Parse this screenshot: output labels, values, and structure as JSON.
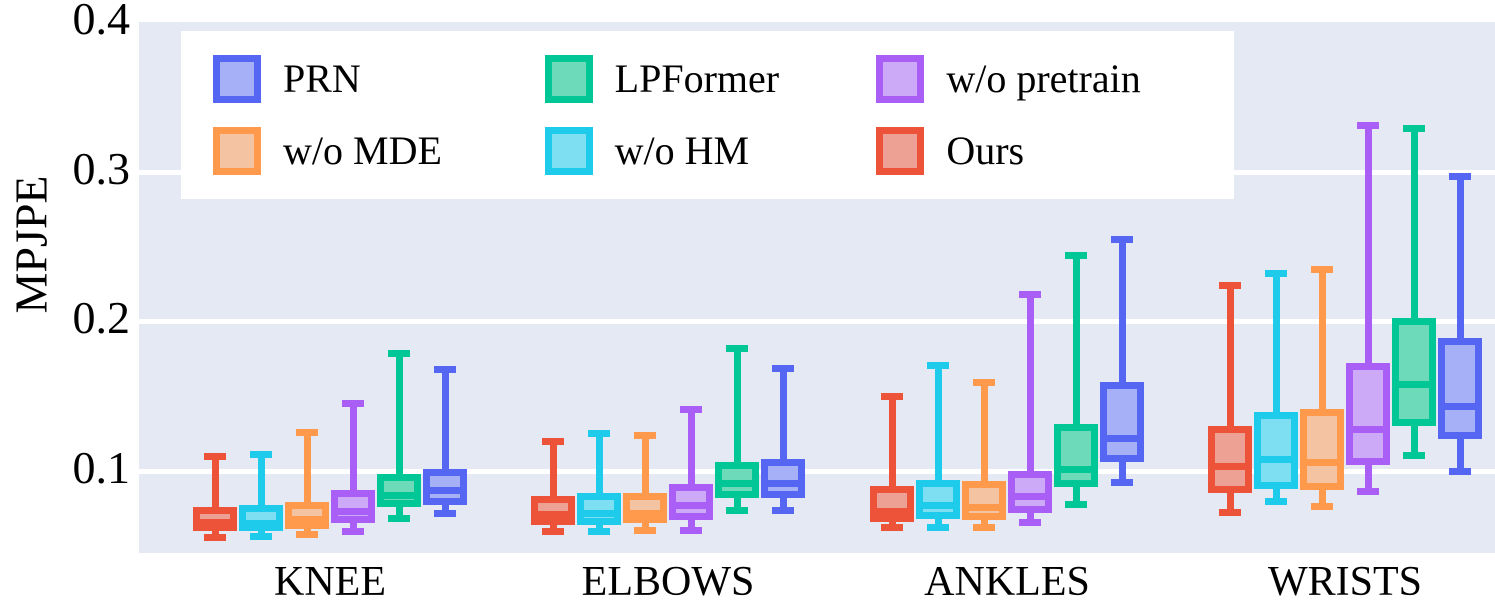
{
  "chart_data": {
    "type": "box",
    "title": "",
    "xlabel": "",
    "ylabel": "MPJPE",
    "ylim": [
      0.045,
      0.4
    ],
    "yticks": [
      0.1,
      0.2,
      0.3,
      0.4
    ],
    "ytick_labels": [
      "0.1",
      "0.2",
      "0.3",
      "0.4"
    ],
    "grid": true,
    "grid_axis": "y",
    "legend_position": "upper center",
    "categories": [
      "KNEE",
      "ELBOWS",
      "ANKLES",
      "WRISTS"
    ],
    "series": [
      {
        "name": "Ours",
        "color": "#ed5338",
        "fill": "#eda195",
        "boxes": [
          {
            "category": "KNEE",
            "whisker_low": 0.053,
            "q1": 0.06,
            "median": 0.066,
            "q3": 0.076,
            "whisker_high": 0.112
          },
          {
            "category": "ELBOWS",
            "whisker_low": 0.057,
            "q1": 0.064,
            "median": 0.071,
            "q3": 0.083,
            "whisker_high": 0.122
          },
          {
            "category": "ANKLES",
            "whisker_low": 0.06,
            "q1": 0.066,
            "median": 0.073,
            "q3": 0.09,
            "whisker_high": 0.152
          },
          {
            "category": "WRISTS",
            "whisker_low": 0.07,
            "q1": 0.085,
            "median": 0.103,
            "q3": 0.13,
            "whisker_high": 0.226
          }
        ]
      },
      {
        "name": "w/o HM",
        "color": "#1ecbea",
        "fill": "#7fdff2",
        "boxes": [
          {
            "category": "KNEE",
            "whisker_low": 0.054,
            "q1": 0.06,
            "median": 0.065,
            "q3": 0.077,
            "whisker_high": 0.113
          },
          {
            "category": "ELBOWS",
            "whisker_low": 0.057,
            "q1": 0.064,
            "median": 0.072,
            "q3": 0.085,
            "whisker_high": 0.127
          },
          {
            "category": "ANKLES",
            "whisker_low": 0.06,
            "q1": 0.068,
            "median": 0.077,
            "q3": 0.094,
            "whisker_high": 0.173
          },
          {
            "category": "WRISTS",
            "whisker_low": 0.077,
            "q1": 0.088,
            "median": 0.108,
            "q3": 0.139,
            "whisker_high": 0.234
          }
        ]
      },
      {
        "name": "w/o MDE",
        "color": "#ff9a4d",
        "fill": "#f4c4a2",
        "boxes": [
          {
            "category": "KNEE",
            "whisker_low": 0.055,
            "q1": 0.061,
            "median": 0.068,
            "q3": 0.079,
            "whisker_high": 0.128
          },
          {
            "category": "ELBOWS",
            "whisker_low": 0.058,
            "q1": 0.065,
            "median": 0.072,
            "q3": 0.085,
            "whisker_high": 0.126
          },
          {
            "category": "ANKLES",
            "whisker_low": 0.06,
            "q1": 0.067,
            "median": 0.076,
            "q3": 0.093,
            "whisker_high": 0.161
          },
          {
            "category": "WRISTS",
            "whisker_low": 0.074,
            "q1": 0.087,
            "median": 0.106,
            "q3": 0.141,
            "whisker_high": 0.237
          }
        ]
      },
      {
        "name": "w/o pretrain",
        "color": "#a95ef5",
        "fill": "#cdaaf7",
        "boxes": [
          {
            "category": "KNEE",
            "whisker_low": 0.057,
            "q1": 0.065,
            "median": 0.073,
            "q3": 0.087,
            "whisker_high": 0.147
          },
          {
            "category": "ELBOWS",
            "whisker_low": 0.058,
            "q1": 0.067,
            "median": 0.077,
            "q3": 0.091,
            "whisker_high": 0.143
          },
          {
            "category": "ANKLES",
            "whisker_low": 0.063,
            "q1": 0.072,
            "median": 0.083,
            "q3": 0.1,
            "whisker_high": 0.22
          },
          {
            "category": "WRISTS",
            "whisker_low": 0.084,
            "q1": 0.104,
            "median": 0.128,
            "q3": 0.172,
            "whisker_high": 0.333
          }
        ]
      },
      {
        "name": "LPFormer",
        "color": "#00c795",
        "fill": "#6ddbb9",
        "boxes": [
          {
            "category": "KNEE",
            "whisker_low": 0.066,
            "q1": 0.076,
            "median": 0.084,
            "q3": 0.098,
            "whisker_high": 0.181
          },
          {
            "category": "ELBOWS",
            "whisker_low": 0.071,
            "q1": 0.082,
            "median": 0.092,
            "q3": 0.106,
            "whisker_high": 0.184
          },
          {
            "category": "ANKLES",
            "whisker_low": 0.075,
            "q1": 0.089,
            "median": 0.101,
            "q3": 0.131,
            "whisker_high": 0.246
          },
          {
            "category": "WRISTS",
            "whisker_low": 0.108,
            "q1": 0.13,
            "median": 0.158,
            "q3": 0.202,
            "whisker_high": 0.331
          }
        ]
      },
      {
        "name": "PRN",
        "color": "#5566f2",
        "fill": "#a6b0f7",
        "boxes": [
          {
            "category": "KNEE",
            "whisker_low": 0.069,
            "q1": 0.077,
            "median": 0.087,
            "q3": 0.101,
            "whisker_high": 0.17
          },
          {
            "category": "ELBOWS",
            "whisker_low": 0.071,
            "q1": 0.082,
            "median": 0.092,
            "q3": 0.108,
            "whisker_high": 0.171
          },
          {
            "category": "ANKLES",
            "whisker_low": 0.09,
            "q1": 0.106,
            "median": 0.122,
            "q3": 0.159,
            "whisker_high": 0.257
          },
          {
            "category": "WRISTS",
            "whisker_low": 0.097,
            "q1": 0.121,
            "median": 0.143,
            "q3": 0.189,
            "whisker_high": 0.299
          }
        ]
      }
    ]
  },
  "legend": {
    "items": [
      {
        "label": "PRN",
        "color": "#5566f2",
        "fill": "#a6b0f7"
      },
      {
        "label": "LPFormer",
        "color": "#00c795",
        "fill": "#6ddbb9"
      },
      {
        "label": "w/o pretrain",
        "color": "#a95ef5",
        "fill": "#cdaaf7"
      },
      {
        "label": "w/o MDE",
        "color": "#ff9a4d",
        "fill": "#f4c4a2"
      },
      {
        "label": "w/o HM",
        "color": "#1ecbea",
        "fill": "#7fdff2"
      },
      {
        "label": "Ours",
        "color": "#ed5338",
        "fill": "#eda195"
      }
    ]
  },
  "colors": {
    "plot_background": "#e4e9f4",
    "gridline": "#ffffff",
    "legend_background": "#ffffff",
    "page_background": "#ffffff",
    "text": "#000000"
  }
}
